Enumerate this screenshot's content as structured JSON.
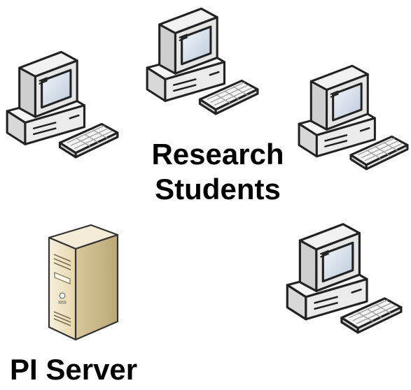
{
  "labels": {
    "research_line1": "Research",
    "research_line2": "Students",
    "server": "PI Server"
  },
  "nodes": [
    {
      "name": "workstation",
      "icon": "desktop-computer-icon"
    },
    {
      "name": "workstation",
      "icon": "desktop-computer-icon"
    },
    {
      "name": "workstation",
      "icon": "desktop-computer-icon"
    },
    {
      "name": "workstation",
      "icon": "desktop-computer-icon"
    },
    {
      "name": "server",
      "icon": "server-tower-icon"
    }
  ],
  "colors": {
    "computer_body": "#e8e8e8",
    "computer_outline": "#222222",
    "screen": "#d7e1ec",
    "server_body": "#efe4c6",
    "server_shadow": "#c9b88c",
    "text": "#000000"
  }
}
